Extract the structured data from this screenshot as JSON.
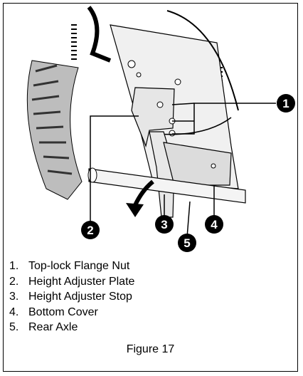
{
  "callouts": [
    "1",
    "2",
    "3",
    "4",
    "5"
  ],
  "legend": [
    {
      "num": "1.",
      "label": "Top-lock Flange Nut"
    },
    {
      "num": "2.",
      "label": "Height Adjuster Plate"
    },
    {
      "num": "3.",
      "label": "Height Adjuster Stop"
    },
    {
      "num": "4.",
      "label": "Bottom Cover"
    },
    {
      "num": "5.",
      "label": "Rear Axle"
    }
  ],
  "caption": "Figure 17",
  "colors": {
    "line": "#000000",
    "callout_fill": "#000000",
    "callout_text": "#ffffff",
    "shade": "#d9d9d9"
  }
}
